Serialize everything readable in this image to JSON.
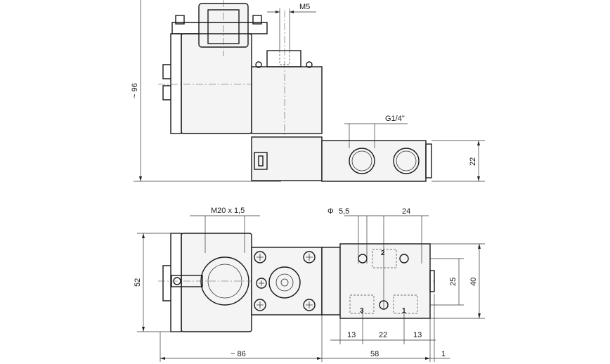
{
  "drawing": {
    "dimensions": {
      "thread_m5": "M5",
      "height_96": "~ 96",
      "port_g14": "G1/4\"",
      "dim_22_right": "22",
      "thread_m20": "M20 x 1,5",
      "hole_symbol": "Φ",
      "hole_dia": "5,5",
      "dim_24": "24",
      "dim_52": "52",
      "dim_25": "25",
      "dim_40": "40",
      "dim_13_left": "13",
      "dim_22_bottom": "22",
      "dim_13_right": "13",
      "dim_86": "~ 86",
      "dim_58": "58",
      "dim_1": "1"
    },
    "ports": {
      "port_2": "2",
      "port_3": "3",
      "port_1": "1"
    }
  }
}
